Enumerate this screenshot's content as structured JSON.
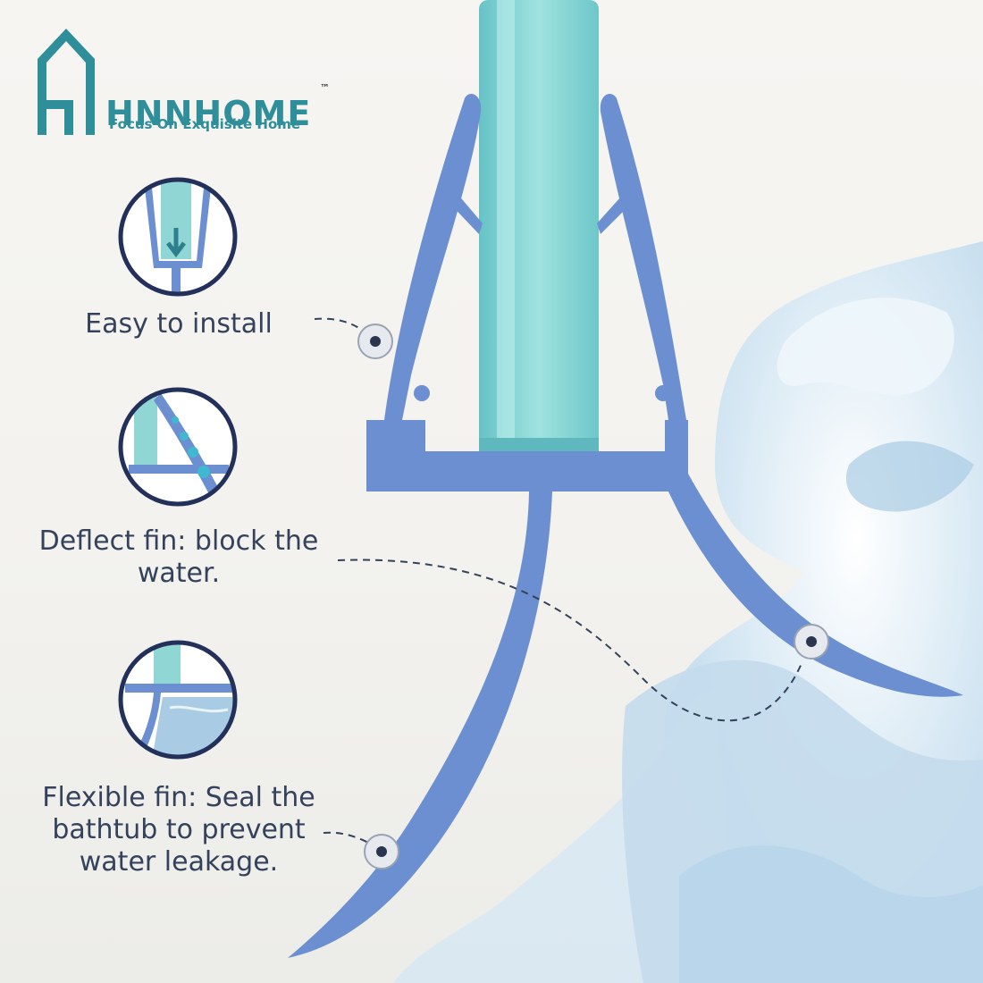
{
  "brand": {
    "name": "HNNHOME",
    "trademark": "™",
    "tagline": "Focus On Exquisite Home"
  },
  "features": [
    {
      "icon": "install-arrow-icon",
      "label": "Easy to install"
    },
    {
      "icon": "water-drops-icon",
      "label": "Deflect fin: block the water."
    },
    {
      "icon": "bathtub-seal-icon",
      "label": "Flexible fin: Seal the bathtub to prevent water leakage."
    }
  ],
  "colors": {
    "brand_teal": "#2e8e9a",
    "seal_blue": "#6b8fd0",
    "glass_teal": "#7fd3d3",
    "text_navy": "#34425c",
    "icon_ring_navy": "#22305a",
    "water_blue": "#cfe3f0"
  }
}
